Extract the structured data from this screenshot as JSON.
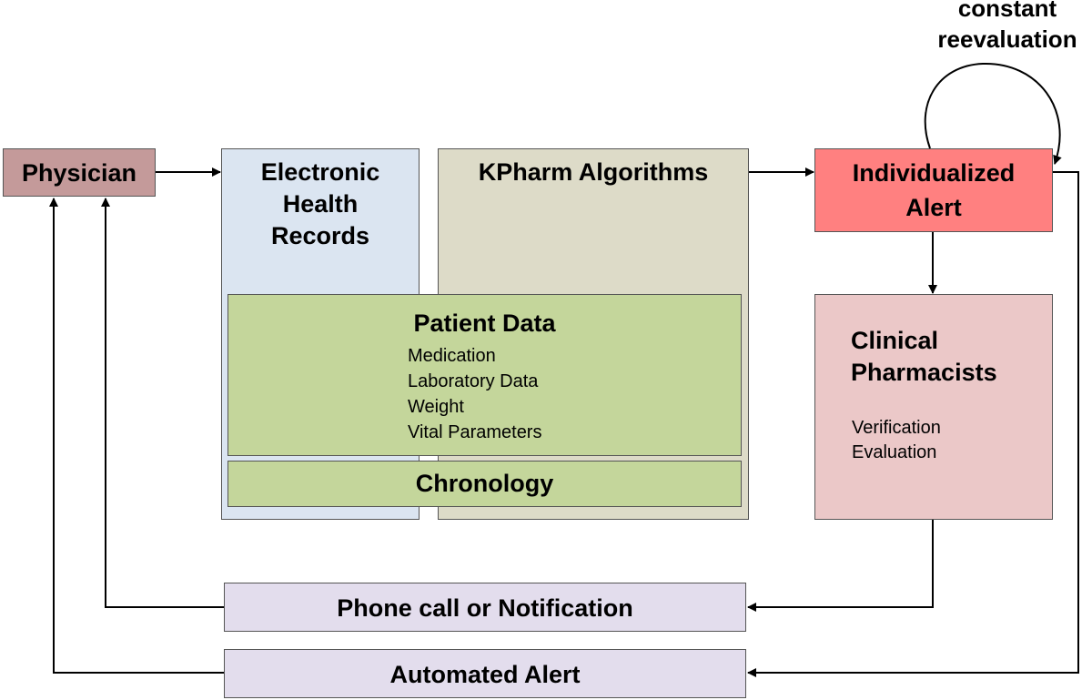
{
  "nodes": {
    "physician": {
      "label": "Physician"
    },
    "ehr": {
      "label_lines": [
        "Electronic",
        "Health",
        "Records"
      ]
    },
    "kpharm": {
      "label": "KPharm Algorithms"
    },
    "patient_data": {
      "title": "Patient Data",
      "items": [
        "Medication",
        "Laboratory Data",
        "Weight",
        "Vital Parameters"
      ]
    },
    "chronology": {
      "label": "Chronology"
    },
    "alert": {
      "label_lines": [
        "Individualized",
        "Alert"
      ]
    },
    "pharmacists": {
      "title_lines": [
        "Clinical",
        "Pharmacists"
      ],
      "items": [
        "Verification",
        "Evaluation"
      ]
    },
    "phone": {
      "label": "Phone call or Notification"
    },
    "automated": {
      "label": "Automated Alert"
    }
  },
  "loop_label_lines": [
    "constant",
    "reevaluation"
  ],
  "colors": {
    "physician": "#c49a9a",
    "ehr": "#dbe5f1",
    "kpharm": "#dddbc8",
    "patient_data": "#c4d69b",
    "alert": "#ff8080",
    "pharmacists": "#ebc8c8",
    "bottom_boxes": "#e3dded",
    "line": "#000000"
  }
}
